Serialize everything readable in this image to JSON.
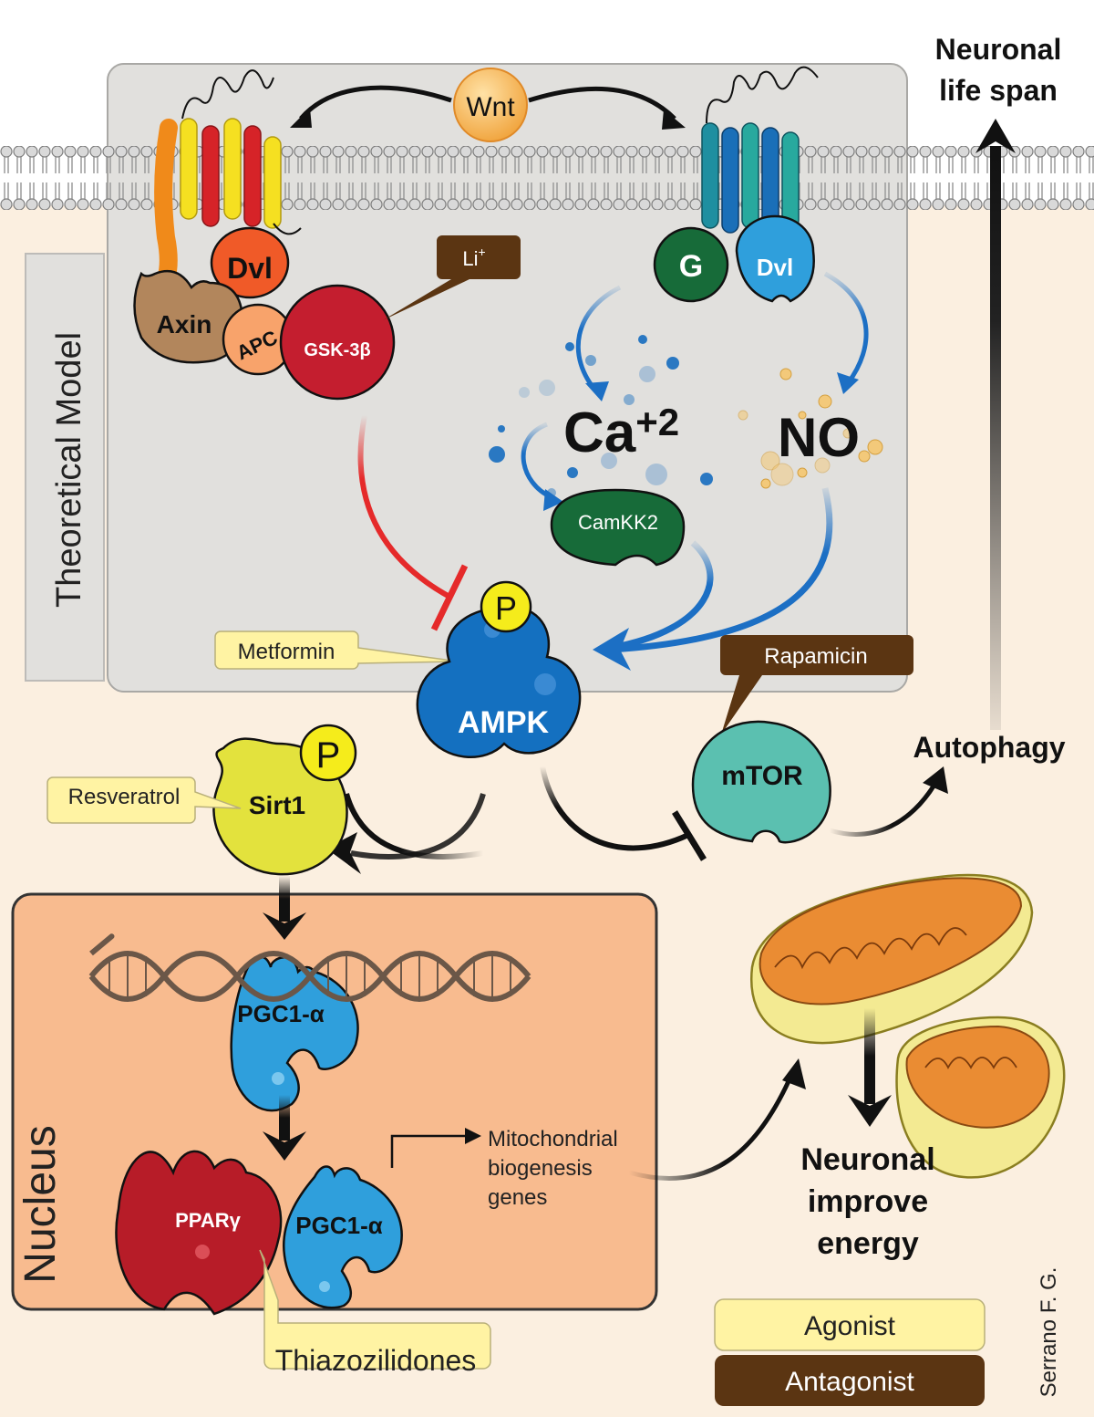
{
  "colors": {
    "cytoplasm": "#fbefe0",
    "model_box": "#e1e0dd",
    "nucleus": "#f8bb8f",
    "agonist_fill": "#fff3a3",
    "antagonist_fill": "#5b3512",
    "ampk": "#1470c0",
    "sirt1": "#e3e23d",
    "mtor": "#5bc0b0",
    "gsk": "#c41e2f",
    "pparg": "#b71c28",
    "pgc": "#2f9fdc",
    "camkk2": "#176b39",
    "wnt": "#f6b24e",
    "mito_outer": "#f3ea92",
    "mito_inner": "#ea8c33"
  },
  "labels": {
    "theoretical_model": "Theoretical Model",
    "nucleus": "Nucleus",
    "wnt": "Wnt",
    "dvl_left": "Dvl",
    "axin": "Axin",
    "apc": "APC",
    "gsk": "GSK-3β",
    "li": "Li",
    "li_sup": "+",
    "g": "G",
    "dvl_right": "Dvl",
    "ca": "Ca",
    "ca_sup": "+2",
    "no": "NO",
    "camkk2": "CamKK2",
    "p_ampk": "P",
    "metformin": "Metformin",
    "ampk": "AMPK",
    "rapamicin": "Rapamicin",
    "mtor": "mTOR",
    "autophagy": "Autophagy",
    "neuronal_life_span_1": "Neuronal",
    "neuronal_life_span_2": "life span",
    "p_sirt1": "P",
    "resveratrol": "Resveratrol",
    "sirt1": "Sirt1",
    "pgc1a_top": "PGC1-α",
    "pgc1a_bottom": "PGC1-α",
    "ppar": "PPARγ",
    "thiazo": "Thiazozilidones",
    "mito_genes_1": "Mitochondrial",
    "mito_genes_2": "biogenesis",
    "mito_genes_3": "genes",
    "energy_1": "Neuronal",
    "energy_2": "improve",
    "energy_3": "energy",
    "author": "Serrano F. G."
  },
  "legend": {
    "agonist": "Agonist",
    "antagonist": "Antagonist"
  }
}
